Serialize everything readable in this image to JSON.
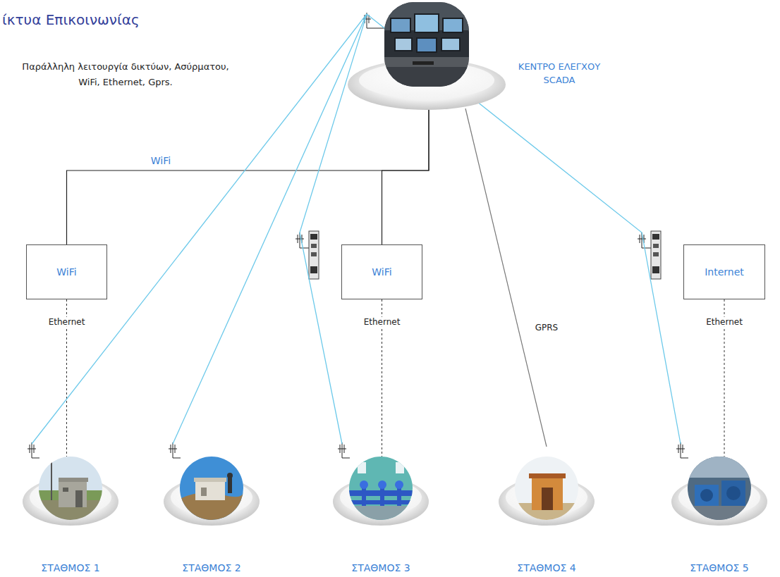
{
  "diagram": {
    "title": "ίκτυα Επικοινωνίας",
    "nodes": [
      {
        "text": [
          "ΚΕΝΤΡΟ ΕΛΕΓΧΟΥ SCADA"
        ]
      },
      {
        "text": [
          "WiFi"
        ]
      },
      {
        "text": [
          "WiFi"
        ]
      },
      {
        "text": [
          "Internet"
        ]
      },
      {
        "text": [
          "ΣΤΑΘΜΟΣ 1"
        ]
      },
      {
        "text": [
          "ΣΤΑΘΜΟΣ 2"
        ]
      },
      {
        "text": [
          "ΣΤΑΘΜΟΣ 3"
        ]
      },
      {
        "text": [
          "ΣΤΑΘΜΟΣ 4"
        ]
      },
      {
        "text": [
          "ΣΤΑΘΜΟΣ 5"
        ]
      }
    ],
    "edges": [
      {
        "from": 0,
        "to": 1,
        "label": "WiFi",
        "arrow": "none"
      },
      {
        "from": 0,
        "to": 2,
        "arrow": "none"
      },
      {
        "from": 1,
        "to": 4,
        "label": "Ethernet",
        "arrow": "none"
      },
      {
        "from": 2,
        "to": 6,
        "label": "Ethernet",
        "arrow": "none"
      },
      {
        "from": 0,
        "to": 7,
        "label": "GPRS",
        "arrow": "none"
      },
      {
        "from": 3,
        "to": 8,
        "label": "Ethernet",
        "arrow": "none"
      },
      {
        "from": 0,
        "to": 4,
        "arrow": "none"
      },
      {
        "from": 0,
        "to": 5,
        "arrow": "none"
      },
      {
        "from": 0,
        "to": 6,
        "arrow": "none"
      },
      {
        "from": 0,
        "to": 8,
        "arrow": "none"
      }
    ],
    "labels": [
      "Παράλληλη λειτουργία δικτύων, Ασύρματου, WiFi, Ethernet, Gprs."
    ]
  }
}
